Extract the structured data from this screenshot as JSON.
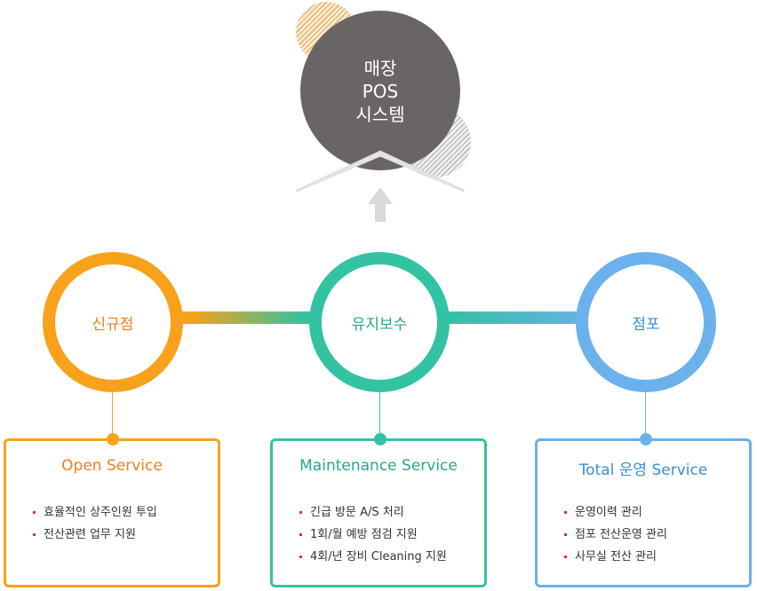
{
  "pos": {
    "lines": [
      "매장",
      "POS",
      "시스템"
    ]
  },
  "phases": [
    {
      "label": "신규점",
      "service_title": "Open Service",
      "items": [
        "효율적인 상주인원 투입",
        "전산관련 업무 지원"
      ]
    },
    {
      "label": "유지보수",
      "service_title": "Maintenance Service",
      "items": [
        "긴급 방문 A/S 처리",
        "1회/월 예방 점검 지원",
        "4회/년 장비 Cleaning 지원"
      ]
    },
    {
      "label": "점포",
      "service_title": "Total 운영 Service",
      "items": [
        "운영이력 관리",
        "점포 전산운영 관리",
        "사무실 전산 관리"
      ]
    }
  ],
  "colors": {
    "pos_circle": "#6a6565",
    "orange": "#f7a21a",
    "teal": "#33c3a3",
    "blue": "#6bb1ec",
    "bullet": "#d33a2a",
    "arrow": "#d9d9d9"
  },
  "icons": {
    "up_arrow": "arrow-up-icon",
    "bullet": "square-bullet-icon"
  }
}
